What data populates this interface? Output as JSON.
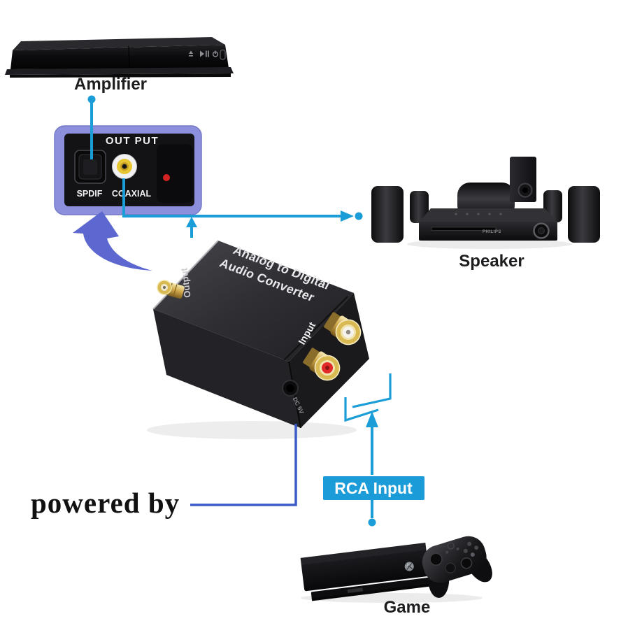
{
  "devices": {
    "amplifier": {
      "label": "Amplifier"
    },
    "speaker": {
      "label": "Speaker",
      "brand": "PHILIPS"
    },
    "game": {
      "label": "Game"
    },
    "converter": {
      "title_line1": "Analog to Digital",
      "title_line2": "Audio Converter",
      "output_label": "Output",
      "input_label": "Input",
      "dc_label": "DC 5V"
    },
    "output_panel": {
      "title": "OUT PUT",
      "spdif_label": "SPDIF",
      "coaxial_label": "COAXIAL"
    }
  },
  "annotations": {
    "rca_input_label": "RCA Input",
    "powered_by": "powered by"
  },
  "colors": {
    "line_cyan": "#1b9ed8",
    "line_royal_blue": "#3a5bc8",
    "panel_frame_periwinkle": "#8c90dc",
    "curved_arrow": "#5c68cf",
    "rca_label_bg": "#1b9cd8",
    "led_red": "#d42222",
    "rca_gold": "#d9b952",
    "coaxial_yellow": "#e6c733"
  },
  "icons": {
    "amplifier_buttons": [
      "eject-icon",
      "play-pause-icon",
      "power-icon"
    ],
    "xbox_logo": "xbox-sphere-icon"
  }
}
